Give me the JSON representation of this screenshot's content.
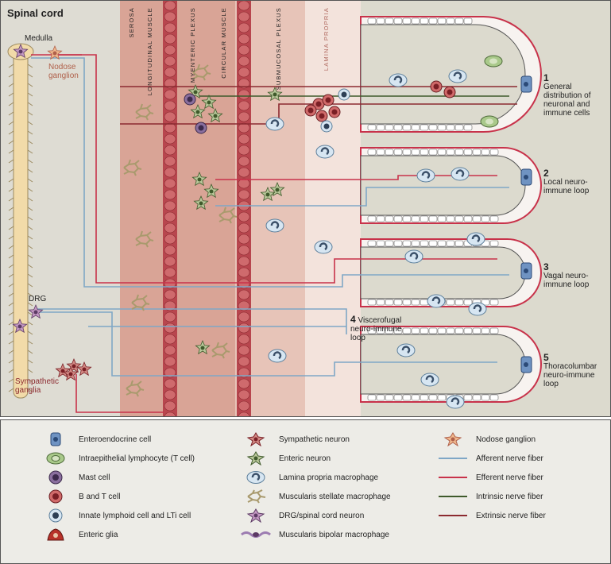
{
  "labels": {
    "spinal_cord": "Spinal cord",
    "medulla": "Medulla",
    "nodose_ganglion": "Nodose ganglion",
    "drg": "DRG",
    "sympathetic_ganglia": "Sympathetic ganglia"
  },
  "layers": {
    "serosa": "SEROSA",
    "longitudinal_muscle": "LONGITUDINAL MUSCLE",
    "myenteric_plexus": "MYENTERIC PLEXUS",
    "circular_muscle": "CIRCULAR MUSCLE",
    "submucosal_plexus": "SUBMUCOSAL PLEXUS",
    "lamina_propria": "LAMINA PROPRIA"
  },
  "loops": [
    {
      "num": "1",
      "text": "General distribution of neuronal and immune cells"
    },
    {
      "num": "2",
      "text": "Local neuro-immune loop"
    },
    {
      "num": "3",
      "text": "Vagal neuro-immune loop"
    },
    {
      "num": "4",
      "text": "Viscerofugal neuro-immune loop"
    },
    {
      "num": "5",
      "text": "Thoracolumbar neuro-immune loop"
    }
  ],
  "legend": [
    {
      "icon": "enteroendocrine-cell-icon",
      "label": "Enteroendocrine cell"
    },
    {
      "icon": "intraepithelial-lymphocyte-icon",
      "label": "Intraepithelial lymphocyte (T cell)"
    },
    {
      "icon": "mast-cell-icon",
      "label": "Mast cell"
    },
    {
      "icon": "b-and-t-cell-icon",
      "label": "B and T cell"
    },
    {
      "icon": "innate-lymphoid-cell-icon",
      "label": "Innate lymphoid cell and LTi cell"
    },
    {
      "icon": "enteric-glia-icon",
      "label": "Enteric glia"
    },
    {
      "icon": "sympathetic-neuron-icon",
      "label": "Sympathetic neuron"
    },
    {
      "icon": "enteric-neuron-icon",
      "label": "Enteric neuron"
    },
    {
      "icon": "lamina-propria-macrophage-icon",
      "label": "Lamina propria macrophage"
    },
    {
      "icon": "muscularis-stellate-macrophage-icon",
      "label": "Muscularis stellate macrophage"
    },
    {
      "icon": "drg-neuron-icon",
      "label": "DRG/spinal cord neuron"
    },
    {
      "icon": "muscularis-bipolar-macrophage-icon",
      "label": "Muscularis bipolar macrophage"
    },
    {
      "icon": "nodose-ganglion-icon",
      "label": "Nodose ganglion"
    },
    {
      "icon": "afferent-fiber-icon",
      "label": "Afferent nerve fiber"
    },
    {
      "icon": "efferent-fiber-icon",
      "label": "Efferent nerve fiber"
    },
    {
      "icon": "intrinsic-fiber-icon",
      "label": "Intrinsic nerve fiber"
    },
    {
      "icon": "extrinsic-fiber-icon",
      "label": "Extrinsic nerve fiber"
    }
  ],
  "colors": {
    "afferent": "#7fa7c6",
    "efferent": "#c8324a",
    "intrinsic": "#3f5a2b",
    "extrinsic": "#8c2a30",
    "serosa_band": "#d9a496",
    "submucosa_band": "#e7c4b8",
    "lamina_band": "#f3e3dc",
    "lumen": "#dcdace"
  }
}
